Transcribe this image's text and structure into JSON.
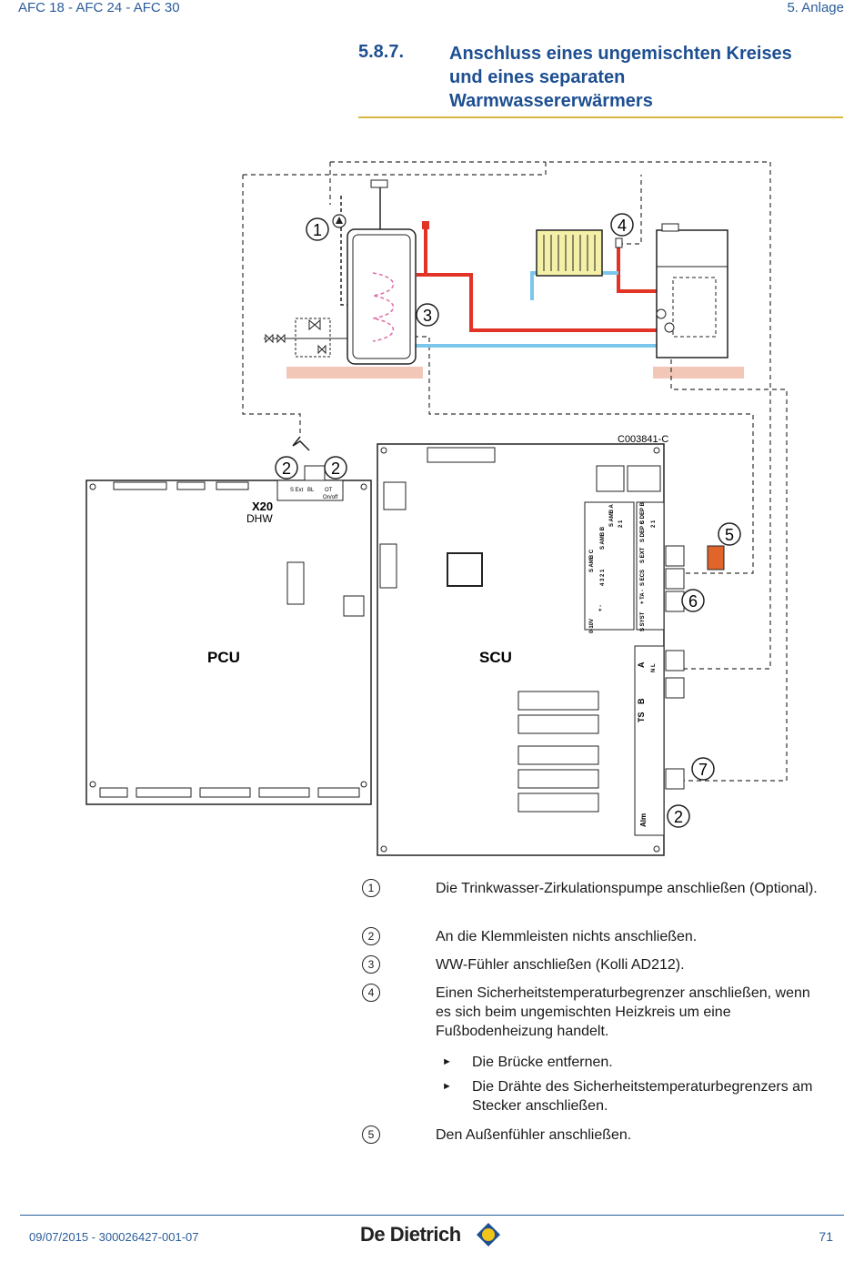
{
  "header": {
    "left": "AFC 18 - AFC 24 - AFC 30",
    "right": "5.  Anlage"
  },
  "section": {
    "number": "5.8.7.",
    "title": "Anschluss eines ungemischten Kreises\nund eines separaten\nWarmwassererwärmers"
  },
  "diagram": {
    "ref_code": "C003841-C",
    "pcu_label": "PCU",
    "scu_label": "SCU",
    "x20_label": "X20",
    "dhw_label": "DHW",
    "callouts": [
      "1",
      "2",
      "3",
      "4",
      "5",
      "6",
      "7"
    ],
    "terminal_labels": {
      "pcu_top": [
        "S Ext",
        "BL",
        "OT",
        "On/off"
      ],
      "scu_col1": [
        "0-10V",
        "+  -",
        "4 3 2 1",
        "S AMB C",
        "S AMB B",
        "S AMB A",
        "2 1"
      ],
      "scu_col2": [
        "S SYST",
        "+ TA -",
        "S ECS",
        "S EXT",
        "S DEP C",
        "S DEP B",
        "2 1"
      ],
      "scu_right": [
        "A",
        "N L",
        "TS",
        "B",
        "Alm"
      ]
    },
    "colors": {
      "hot": "#e23327",
      "cold": "#7cc6ec",
      "floor": "#f2c7b8",
      "sensor": "#e0652a",
      "radiator": "#f5f0a8"
    }
  },
  "legend": [
    {
      "num": "1",
      "text": "Die Trinkwasser-Zirkulationspumpe anschließen (Optional)."
    },
    {
      "num": "2",
      "text": "An die Klemmleisten nichts anschließen."
    },
    {
      "num": "3",
      "text": "WW-Fühler anschließen (Kolli AD212)."
    },
    {
      "num": "4",
      "text": "Einen Sicherheitstemperaturbegrenzer anschließen, wenn es sich beim ungemischten Heizkreis um eine Fußbodenheizung handelt."
    },
    {
      "num": "5",
      "text": "Den Außenfühler anschließen."
    }
  ],
  "sub_steps": [
    {
      "text": "Die Brücke entfernen."
    },
    {
      "text": "Die Drähte des Sicherheitstemperaturbegrenzers am Stecker anschließen."
    }
  ],
  "footer": {
    "left": "09/07/2015 - 300026427-001-07",
    "brand": "De Dietrich",
    "page": "71"
  }
}
